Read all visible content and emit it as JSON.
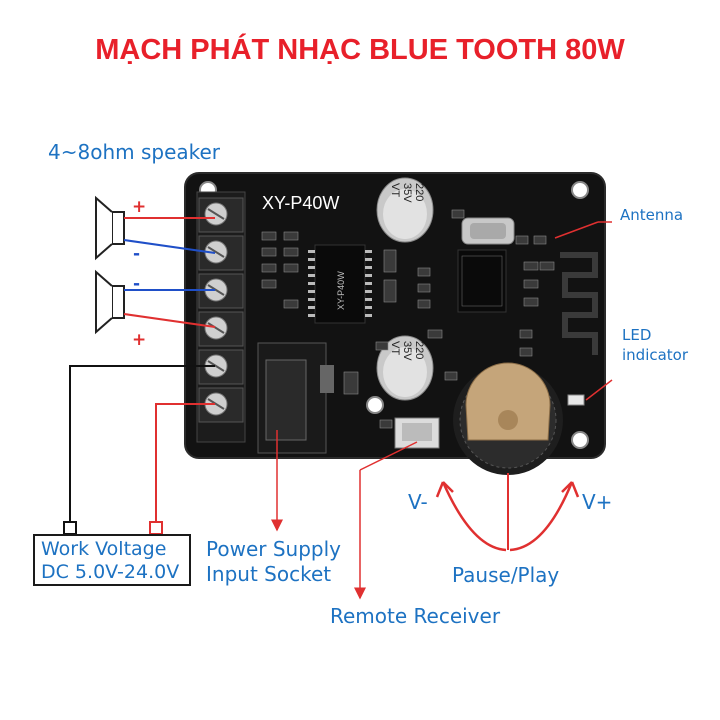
{
  "title": "MẠCH PHÁT NHẠC BLUE TOOTH 80W",
  "board": {
    "model": "XY-P40W",
    "chip_label": "XY-P40W",
    "cap_top": [
      "220",
      "35V",
      "VT"
    ],
    "cap_bottom": [
      "220",
      "35V",
      "VT"
    ]
  },
  "labels": {
    "speaker": "4~8ohm speaker",
    "antenna": "Antenna",
    "led_line1": "LED",
    "led_line2": "indicator",
    "work_voltage_line1": "Work Voltage",
    "work_voltage_line2": "DC 5.0V-24.0V",
    "power_line1": "Power Supply",
    "power_line2": "Input Socket",
    "remote": "Remote Receiver",
    "pause_play": "Pause/Play",
    "v_minus": "V-",
    "v_plus": "V+"
  },
  "speaker_signs": {
    "s1_top": "+",
    "s1_bottom": "-",
    "s2_top": "-",
    "s2_bottom": "+"
  },
  "colors": {
    "title": "#e8202a",
    "label": "#1d72c2",
    "wire_red": "#e03030",
    "wire_blue": "#1f4fc8",
    "board": "#111111"
  }
}
